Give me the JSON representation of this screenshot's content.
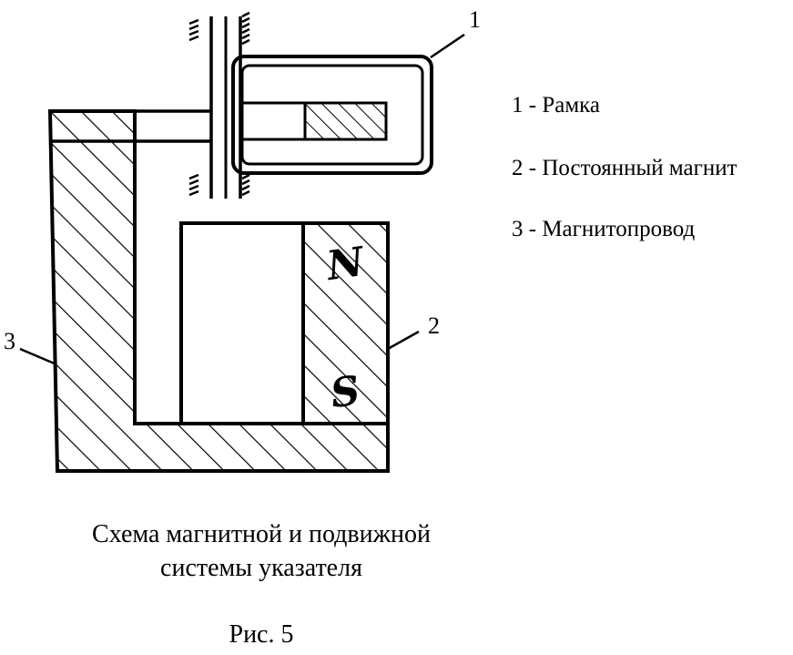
{
  "diagram": {
    "part_numbers": {
      "frame": "1",
      "magnet": "2",
      "core": "3"
    },
    "poles": {
      "north": "N",
      "south": "S"
    },
    "line_color": "#000000",
    "background_color": "#ffffff"
  },
  "legend": [
    {
      "text": "1 - Рамка"
    },
    {
      "text": "2 - Постоянный магнит"
    },
    {
      "text": "3 - Магнитопровод"
    }
  ],
  "caption": {
    "line1": "Схема магнитной и подвижной",
    "line2": "системы указателя"
  },
  "figure_label": "Рис. 5"
}
